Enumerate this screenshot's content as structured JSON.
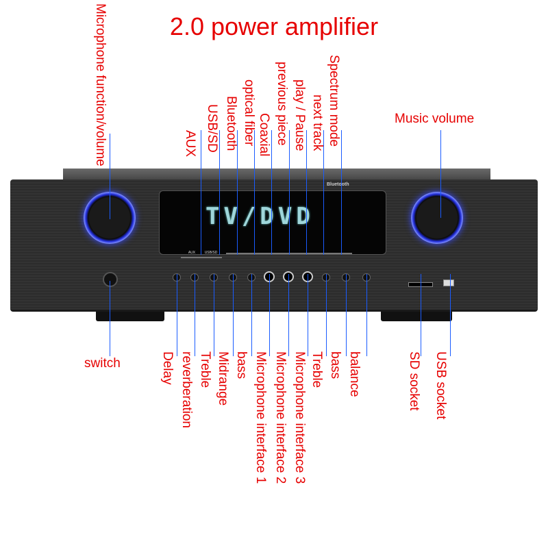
{
  "title": "2.0 power amplifier",
  "display_text": "TV/DVD",
  "brand_badge": "Bluetooth",
  "top_labels": [
    "Microphone function/volume",
    "AUX",
    "USB/SD",
    "Bluetooth",
    "optical fiber",
    "Coaxial",
    "previous piece",
    "play / Pause",
    "next track",
    "Spectrum mode"
  ],
  "music_volume": "Music volume",
  "switch": "switch",
  "bottom_labels": [
    "Delay",
    "reverberation",
    "Treble",
    "Midrange",
    "bass",
    "Microphone interface 1",
    "Microphone interface 2",
    "Microphone interface 3",
    "Treble",
    "bass",
    "balance",
    "SD socket",
    "USB socket"
  ],
  "panel_buttons": [
    "AUX",
    "USB/SD",
    "",
    "",
    "",
    "",
    "",
    "",
    ""
  ],
  "colors": {
    "label": "#e60000",
    "leader": "#1a5cff",
    "knob_ring": "#3a4cff"
  }
}
